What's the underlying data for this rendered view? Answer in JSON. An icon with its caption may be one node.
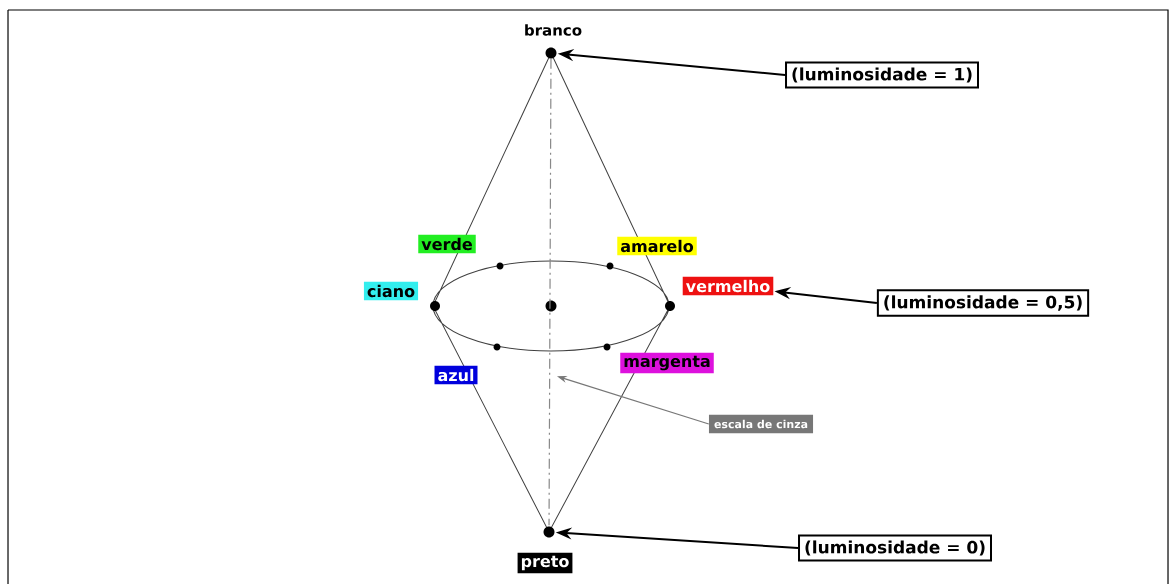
{
  "diagram": {
    "nodes": [
      {
        "text": [],
        "shape": "circle"
      },
      {
        "text": [
          "(luminosidade = 1)"
        ]
      },
      {
        "text": [
          "verde"
        ]
      },
      {
        "text": [
          "amarelo"
        ]
      },
      {
        "text": [
          "ciano"
        ]
      },
      {
        "text": [
          "vermelho"
        ]
      },
      {
        "text": [],
        "shape": "circle"
      },
      {
        "text": [
          "(luminosidade = 0,5)"
        ]
      },
      {
        "text": [
          "azul"
        ]
      },
      {
        "text": [
          "margenta"
        ]
      },
      {
        "text": [
          "escala de cinza"
        ]
      },
      {
        "text": [],
        "shape": "circle"
      },
      {
        "text": [
          "(luminosidade = 0)"
        ]
      },
      {
        "text": [
          "preto"
        ]
      }
    ],
    "edges": [
      {
        "from": 1,
        "to": 0,
        "arrow": "to"
      },
      {
        "from": 7,
        "to": 5,
        "arrow": "to"
      },
      {
        "from": 10,
        "to": null,
        "arrow": "to",
        "color": "#777777"
      },
      {
        "from": 12,
        "to": 11,
        "arrow": "to"
      },
      {
        "from": 0,
        "to": 11,
        "arrow": "none",
        "style": "dashed",
        "color": "#888888"
      }
    ],
    "labels": [
      "branco"
    ]
  }
}
